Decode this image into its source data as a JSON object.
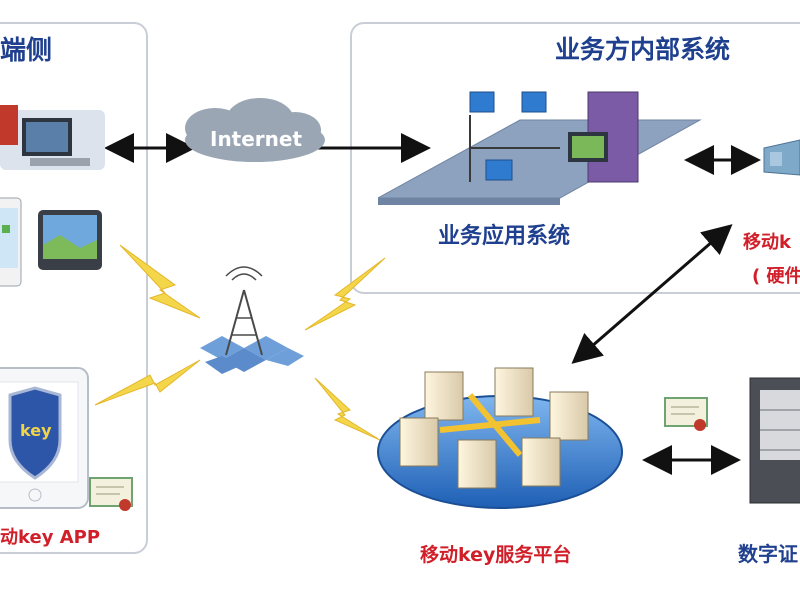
{
  "labels": {
    "client_side": "端侧",
    "internal_system": "业务方内部系统",
    "internet": "Internet",
    "business_app": "业务应用系统",
    "mobile_key_hw_1": "移动k",
    "mobile_key_hw_2": "( 硬件",
    "key_text": "key",
    "mobile_key_app": "动key APP",
    "service_platform": "移动key服务平台",
    "digital_cert": "数字证"
  },
  "colors": {
    "title_blue": "#1f3f8f",
    "label_red": "#d11f2a",
    "panel_border": "#c9ced6",
    "lightning_yellow": "#f3d64a",
    "platform_blue": "#2d6fc4"
  },
  "icons": [
    "desktop-computer-icon",
    "tablet-icon",
    "phone-icon",
    "cell-tower-icon",
    "cloud-icon",
    "server-cluster-icon",
    "certificate-icon",
    "usb-key-icon",
    "rack-server-icon",
    "shield-key-icon"
  ]
}
